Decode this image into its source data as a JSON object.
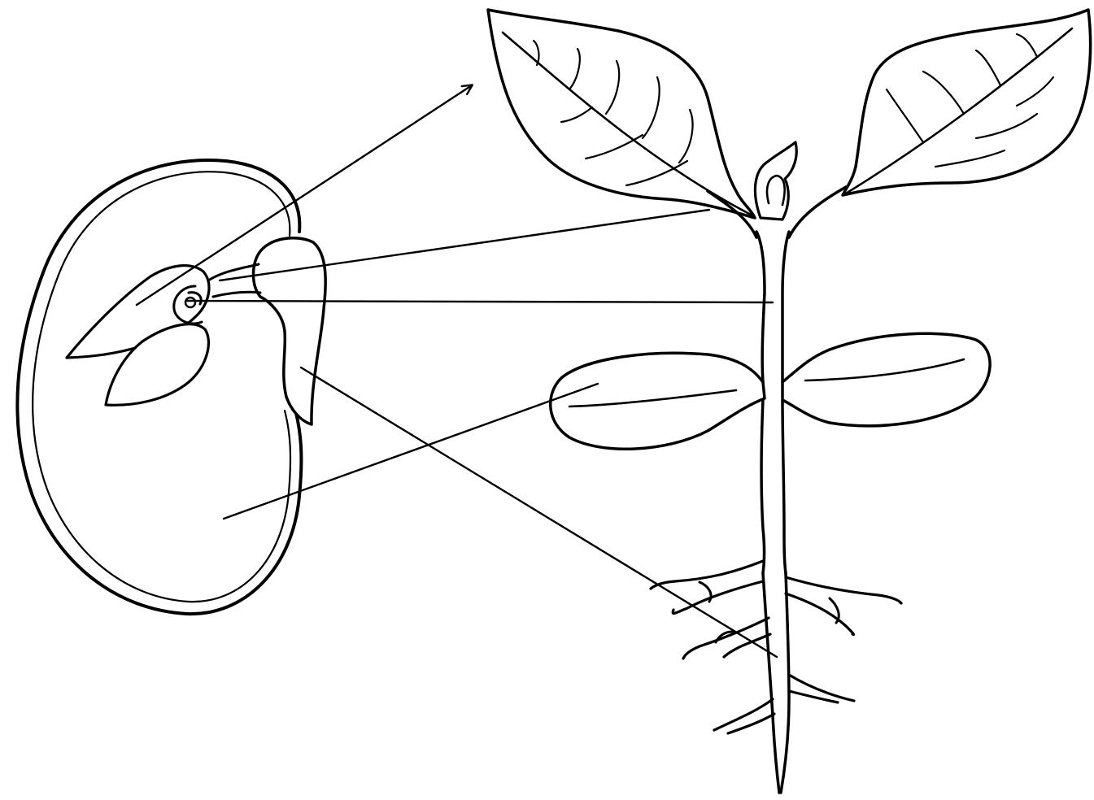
{
  "diagram": {
    "caption": "",
    "ink_color": "#000000",
    "background_color": "#ffffff",
    "parts": [
      {
        "name": "seed-coat",
        "label": ""
      },
      {
        "name": "plumule",
        "label": ""
      },
      {
        "name": "hypocotyl",
        "label": ""
      },
      {
        "name": "radicle",
        "label": ""
      },
      {
        "name": "cotyledon",
        "label": ""
      },
      {
        "name": "true-leaves",
        "label": ""
      },
      {
        "name": "stem",
        "label": ""
      },
      {
        "name": "roots",
        "label": ""
      }
    ]
  }
}
